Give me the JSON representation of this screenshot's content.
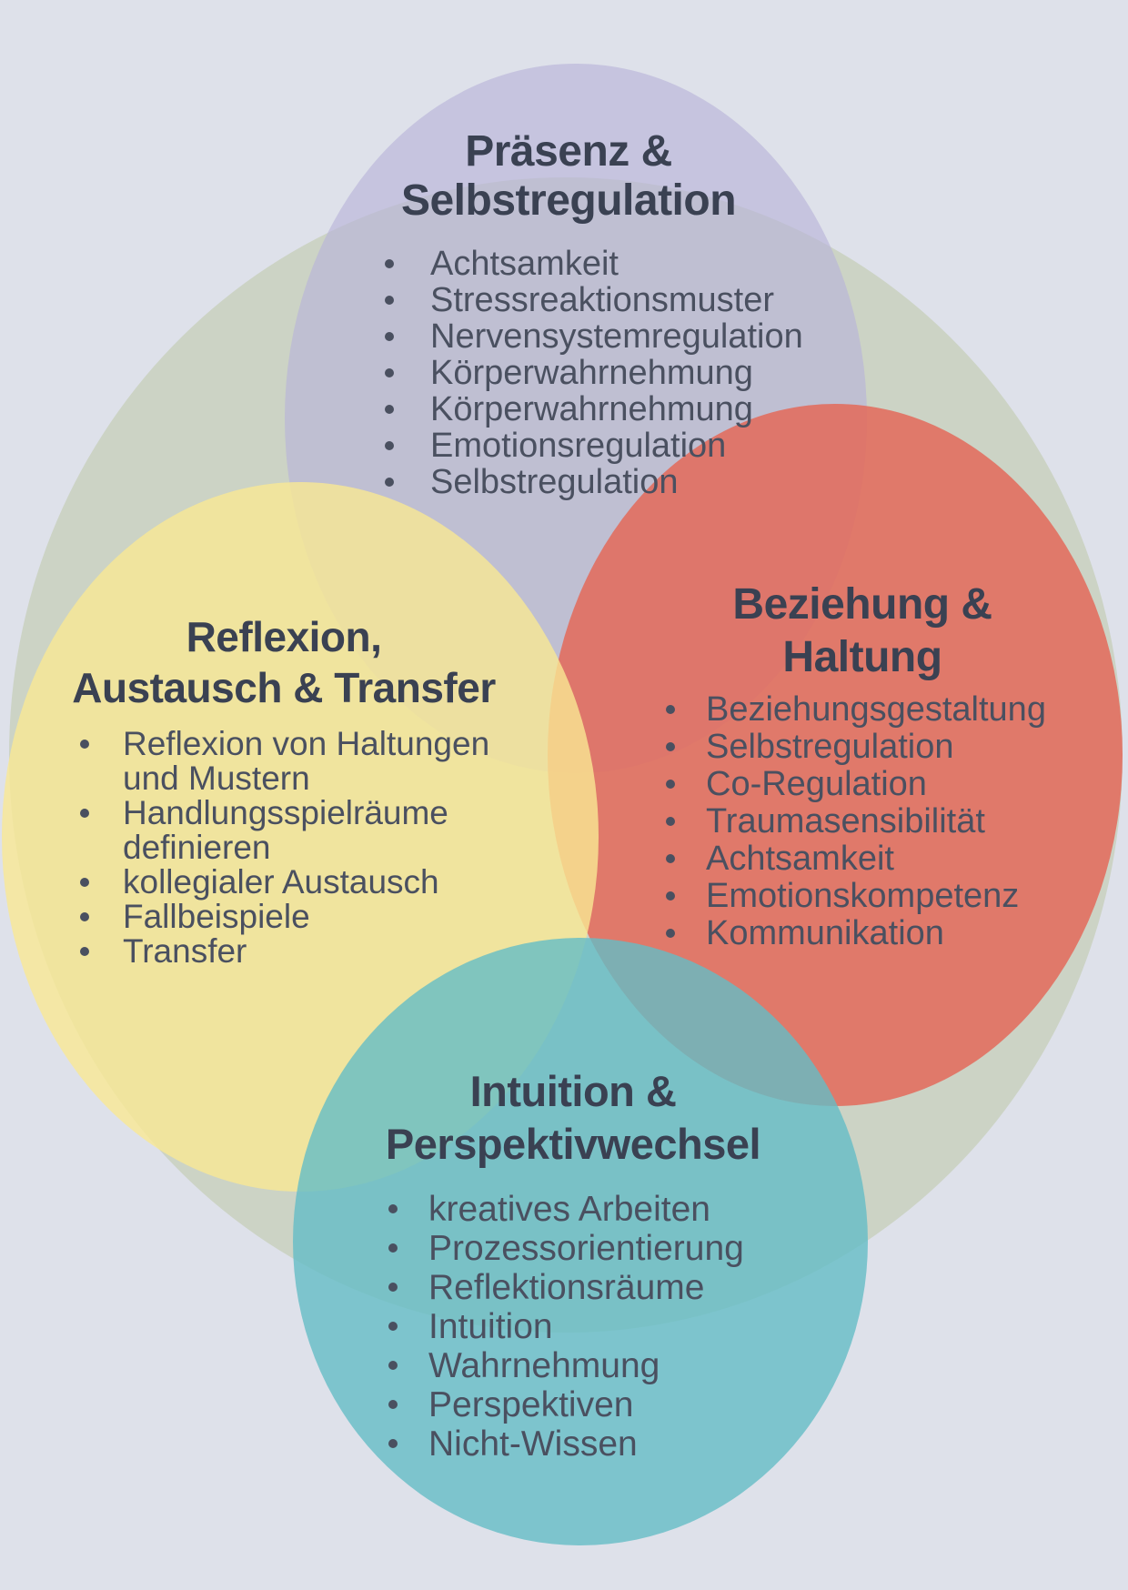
{
  "colors": {
    "background": "#dee1ea",
    "backdrop_green": "#bfc9ac",
    "title_text": "#3a4152",
    "body_text": "#4a5060"
  },
  "circles": [
    {
      "id": "praesenz",
      "color": "#b9b3d9",
      "title_lines": [
        "Präsenz &",
        "Selbstregulation"
      ],
      "items": [
        "Achtsamkeit",
        "Stressreaktionsmuster",
        "Nervensystemregulation",
        "Körperwahrnehmung",
        "Körperwahrnehmung",
        "Emotionsregulation",
        "Selbstregulation"
      ]
    },
    {
      "id": "reflexion",
      "color": "#f9e994",
      "title_lines": [
        "Reflexion,",
        "Austausch & Transfer"
      ],
      "items": [
        "Reflexion von Haltungen und Mustern",
        "Handlungsspielräume definieren",
        "kollegialer Austausch",
        "Fallbeispiele",
        "Transfer"
      ]
    },
    {
      "id": "beziehung",
      "color": "#e36959",
      "title_lines": [
        "Beziehung &",
        "Haltung"
      ],
      "items": [
        "Beziehungsgestaltung",
        "Selbstregulation",
        "Co-Regulation",
        "Traumasensibilität",
        "Achtsamkeit",
        "Emotionskompetenz",
        "Kommunikation"
      ]
    },
    {
      "id": "intuition",
      "color": "#64bdc6",
      "title_lines": [
        "Intuition &",
        "Perspektivwechsel"
      ],
      "items": [
        "kreatives Arbeiten",
        "Prozessorientierung",
        "Reflektionsräume",
        "Intuition",
        "Wahrnehmung",
        "Perspektiven",
        "Nicht-Wissen"
      ]
    }
  ]
}
